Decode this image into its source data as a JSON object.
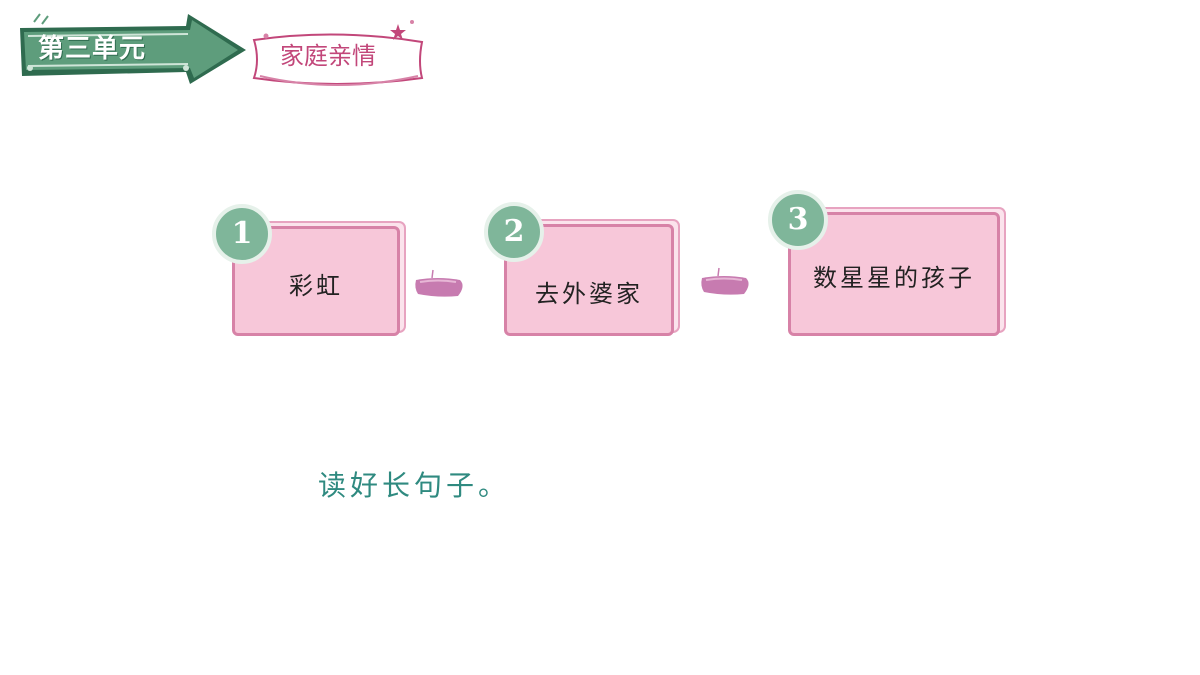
{
  "header": {
    "unit_label": "第三单元",
    "theme_label": "家庭亲情"
  },
  "lessons": [
    {
      "number": "1",
      "title": "彩虹"
    },
    {
      "number": "2",
      "title": "去外婆家"
    },
    {
      "number": "3",
      "title": "数星星的孩子"
    }
  ],
  "instruction": "读好长句子。",
  "colors": {
    "banner_green": "#5e9d7c",
    "card_pink": "#f7c7d9",
    "card_border": "#d782a7",
    "badge_green": "#7fb69a",
    "connector_purple": "#c77bb0",
    "theme_text": "#c2477a",
    "instruction_teal": "#2f8a80"
  }
}
